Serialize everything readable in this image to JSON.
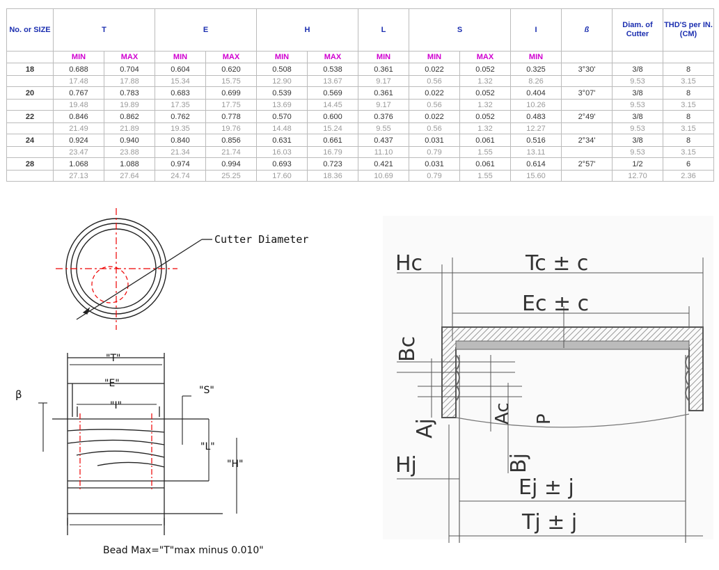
{
  "table": {
    "headers": [
      "No. or SIZE",
      "T",
      "E",
      "H",
      "L",
      "S",
      "I",
      "ß",
      "Diam. of Cutter",
      "THD'S per IN. (CM)"
    ],
    "minmax": [
      "",
      "MIN",
      "MAX",
      "MIN",
      "MAX",
      "MIN",
      "MAX",
      "MIN",
      "MIN",
      "MAX",
      "MIN",
      "",
      "",
      ""
    ],
    "rows": [
      {
        "size": "18",
        "inch": [
          "0.688",
          "0.704",
          "0.604",
          "0.620",
          "0.508",
          "0.538",
          "0.361",
          "0.022",
          "0.052",
          "0.325",
          "3°30'",
          "3/8",
          "8"
        ],
        "cm": [
          "17.48",
          "17.88",
          "15.34",
          "15.75",
          "12.90",
          "13.67",
          "9.17",
          "0.56",
          "1.32",
          "8.26",
          "",
          "9.53",
          "3.15"
        ]
      },
      {
        "size": "20",
        "inch": [
          "0.767",
          "0.783",
          "0.683",
          "0.699",
          "0.539",
          "0.569",
          "0.361",
          "0.022",
          "0.052",
          "0.404",
          "3°07'",
          "3/8",
          "8"
        ],
        "cm": [
          "19.48",
          "19.89",
          "17.35",
          "17.75",
          "13.69",
          "14.45",
          "9.17",
          "0.56",
          "1.32",
          "10.26",
          "",
          "9.53",
          "3.15"
        ]
      },
      {
        "size": "22",
        "inch": [
          "0.846",
          "0.862",
          "0.762",
          "0.778",
          "0.570",
          "0.600",
          "0.376",
          "0.022",
          "0.052",
          "0.483",
          "2°49'",
          "3/8",
          "8"
        ],
        "cm": [
          "21.49",
          "21.89",
          "19.35",
          "19.76",
          "14.48",
          "15.24",
          "9.55",
          "0.56",
          "1.32",
          "12.27",
          "",
          "9.53",
          "3.15"
        ]
      },
      {
        "size": "24",
        "inch": [
          "0.924",
          "0.940",
          "0.840",
          "0.856",
          "0.631",
          "0.661",
          "0.437",
          "0.031",
          "0.061",
          "0.516",
          "2°34'",
          "3/8",
          "8"
        ],
        "cm": [
          "23.47",
          "23.88",
          "21.34",
          "21.74",
          "16.03",
          "16.79",
          "11.10",
          "0.79",
          "1.55",
          "13.11",
          "",
          "9.53",
          "3.15"
        ]
      },
      {
        "size": "28",
        "inch": [
          "1.068",
          "1.088",
          "0.974",
          "0.994",
          "0.693",
          "0.723",
          "0.421",
          "0.031",
          "0.061",
          "0.614",
          "2°57'",
          "1/2",
          "6"
        ],
        "cm": [
          "27.13",
          "27.64",
          "24.74",
          "25.25",
          "17.60",
          "18.36",
          "10.69",
          "0.79",
          "1.55",
          "15.60",
          "",
          "12.70",
          "2.36"
        ]
      }
    ]
  },
  "left_drawing": {
    "cutter_label": "Cutter Diameter",
    "beta": "β",
    "dim_T": "\"T\"",
    "dim_E": "\"E\"",
    "dim_I": "\"I\"",
    "dim_S": "\"S\"",
    "dim_L": "\"L\"",
    "dim_H": "\"H\"",
    "bead_note": "Bead Max=\"T\"max minus 0.010\""
  },
  "right_drawing": {
    "Hc": "Hc",
    "Tc": "Tc ± c",
    "Ec": "Ec ± c",
    "Bc": "Bc",
    "Aj": "Aj",
    "Ac": "Ac",
    "P": "P",
    "Bj": "Bj",
    "Hj": "Hj",
    "Ej": "Ej ± j",
    "Tj": "Tj ± j"
  }
}
